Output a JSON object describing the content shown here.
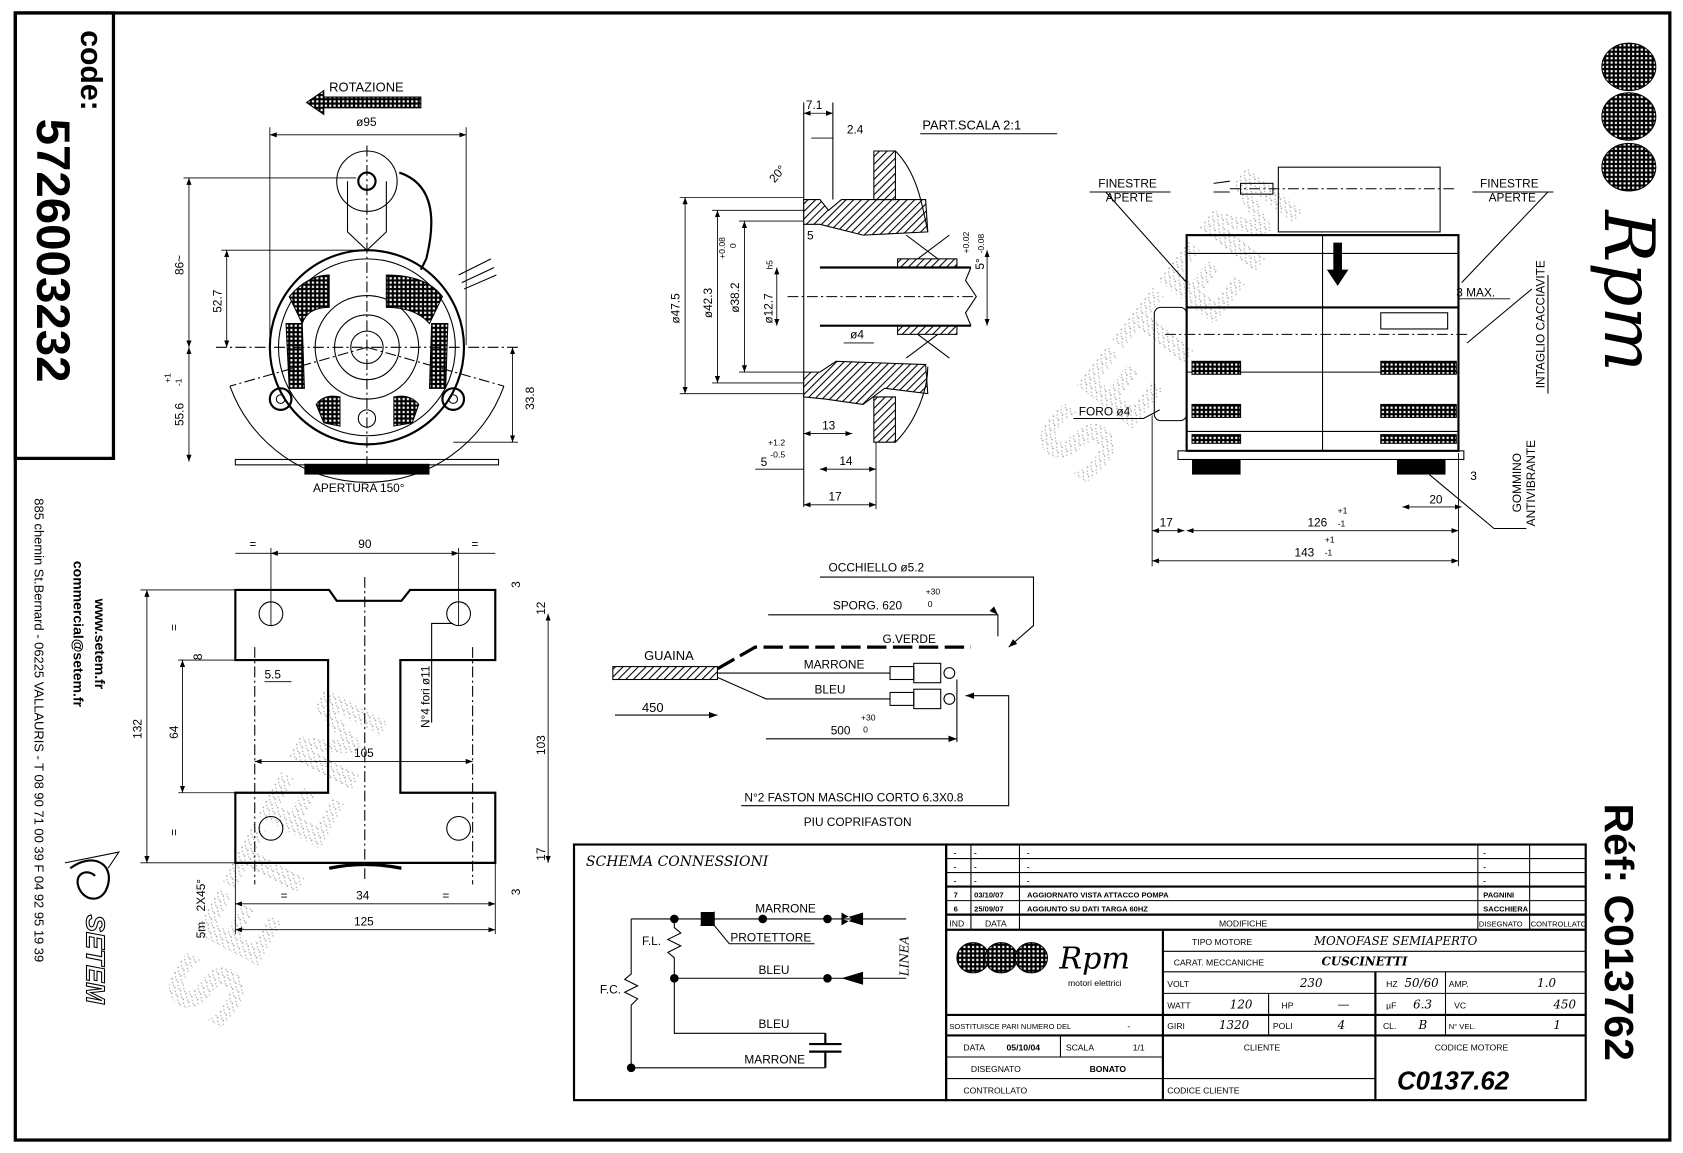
{
  "sidebar": {
    "code_label": "code:",
    "code": "5726003232",
    "website": "www.setem.fr",
    "email": "commercial@setem.fr",
    "address": "885 chemin St.Bernard  -  06225 VALLAURIS  -  T 08 90 71 00 39   F 04 92 95 19 39",
    "brand": "SETEM"
  },
  "right_panel": {
    "logo": "Rpm",
    "ref": "Réf: C013762"
  },
  "watermark": "SETEM",
  "front_view": {
    "rotation": "ROTAZIONE",
    "d95": "ø95",
    "d86": "86~",
    "d52_7": "52.7",
    "d55_6": "55.6",
    "d55_6_tol_plus": "+1",
    "d55_6_tol_minus": "-1",
    "d33_8": "33.8",
    "opening": "APERTURA 150°"
  },
  "section_view": {
    "title": "PART.SCALA 2:1",
    "d7_1": "7.1",
    "d2_4": "2.4",
    "angle": "20°",
    "d47_5": "ø47.5",
    "d42_3": "ø42.3",
    "d38_2": "ø38.2",
    "d38_2_tol_plus": "+0.08",
    "d38_2_tol_minus": "0",
    "d12_7": "ø12.7",
    "d12_7_fit": "h5",
    "d5": "5",
    "d4": "ø4",
    "d13": "13",
    "d14": "14",
    "d17": "17",
    "d5b": "5",
    "d5b_tol_plus": "+1.2",
    "d5b_tol_minus": "-0.5",
    "d5deg": "5°",
    "d5deg_tol_plus": "+0.02",
    "d5deg_tol_minus": "-0.08"
  },
  "side_view": {
    "windows_left": [
      "FINESTRE",
      "APERTE"
    ],
    "windows_right": [
      "FINESTRE",
      "APERTE"
    ],
    "max3": "3 MAX.",
    "screwdriver": "INTAGLIO CACCIAVITE",
    "hole": "FORO ø4",
    "d3": "3",
    "d20": "20",
    "grommet": [
      "GOMMINO",
      "ANTIVIBRANTE"
    ],
    "d17": "17",
    "d126": "126",
    "d143": "143",
    "tol_plus": "+1",
    "tol_minus": "-1"
  },
  "base_plate": {
    "d90": "90",
    "eq": "=",
    "d3": "3",
    "d12": "12",
    "d132": "132",
    "d8": "8",
    "d5_5": "5.5",
    "d64": "64",
    "holes": "N°4 fori ø11",
    "d103": "103",
    "d105": "105",
    "d17": "17",
    "chamfer": "2X45°",
    "d5m": "5m",
    "d34": "34",
    "d125": "125"
  },
  "wiring": {
    "eyelet": "OCCHIELLO ø5.2",
    "protrusion": "SPORG. 620",
    "tol_plus": "+30",
    "tol_zero": "0",
    "sheath": "GUAINA",
    "ground": "G.VERDE",
    "brown": "MARRONE",
    "blue": "BLEU",
    "d450": "450",
    "d500": "500",
    "faston": "N°2 FASTON MASCHIO CORTO 6.3X0.8",
    "cover": "PIU COPRIFASTON"
  },
  "schema": {
    "title": "SCHEMA CONNESSIONI",
    "brown_top": "MARRONE",
    "protector": "PROTETTORE",
    "fl": "F.L.",
    "fc": "F.C.",
    "blue_mid": "BLEU",
    "line": "LINEA",
    "blue_low": "BLEU",
    "brown_low": "MARRONE"
  },
  "title_block": {
    "revisions": [
      {
        "ind": "-",
        "date": "-",
        "text": "-",
        "drawn": "-",
        "checked": ""
      },
      {
        "ind": "-",
        "date": "-",
        "text": "-",
        "drawn": "-",
        "checked": ""
      },
      {
        "ind": "-",
        "date": "-",
        "text": "-",
        "drawn": "-",
        "checked": ""
      },
      {
        "ind": "7",
        "date": "03/10/07",
        "text": "AGGIORNATO VISTA ATTACCO POMPA",
        "drawn": "PAGNINI",
        "checked": ""
      },
      {
        "ind": "6",
        "date": "25/09/07",
        "text": "AGGIUNTO SU  DATI TARGA 60HZ",
        "drawn": "SACCHIERA",
        "checked": ""
      }
    ],
    "headers": {
      "ind": "IND",
      "date": "DATA",
      "changes": "MODIFICHE",
      "drawn": "DISEGNATO",
      "checked": "CONTROLLATO"
    },
    "logo_name": "Rpm",
    "logo_sub": "motori elettrici",
    "motor_type_label": "TIPO MOTORE",
    "motor_type": "MONOFASE SEMIAPERTO",
    "mech_label": "CARAT. MECCANICHE",
    "mech": "CUSCINETTI",
    "specs": {
      "volt_label": "VOLT",
      "volt": "230",
      "hz_label": "HZ",
      "hz": "50/60",
      "amp_label": "AMP.",
      "amp": "1.0",
      "watt_label": "WATT",
      "watt": "120",
      "hp_label": "HP",
      "hp": "—",
      "uf_label": "µF",
      "uf": "6.3",
      "vc_label": "VC",
      "vc": "450",
      "rpm_label": "GIRI",
      "rpm": "1320",
      "poles_label": "POLI",
      "poles": "4",
      "class_label": "CL.",
      "class": "B",
      "speeds_label": "N° VEL.",
      "speeds": "1"
    },
    "replaces_label": "SOSTITUISCE PARI NUMERO DEL",
    "replaces": "-",
    "date_label": "DATA",
    "date": "05/10/04",
    "scale_label": "SCALA",
    "scale": "1/1",
    "drawn_label": "DISEGNATO",
    "drawn": "BONATO",
    "checked_label": "CONTROLLATO",
    "client_label": "CLIENTE",
    "client_code_label": "CODICE CLIENTE",
    "motor_code_label": "CODICE MOTORE",
    "motor_code": "C0137.62"
  }
}
